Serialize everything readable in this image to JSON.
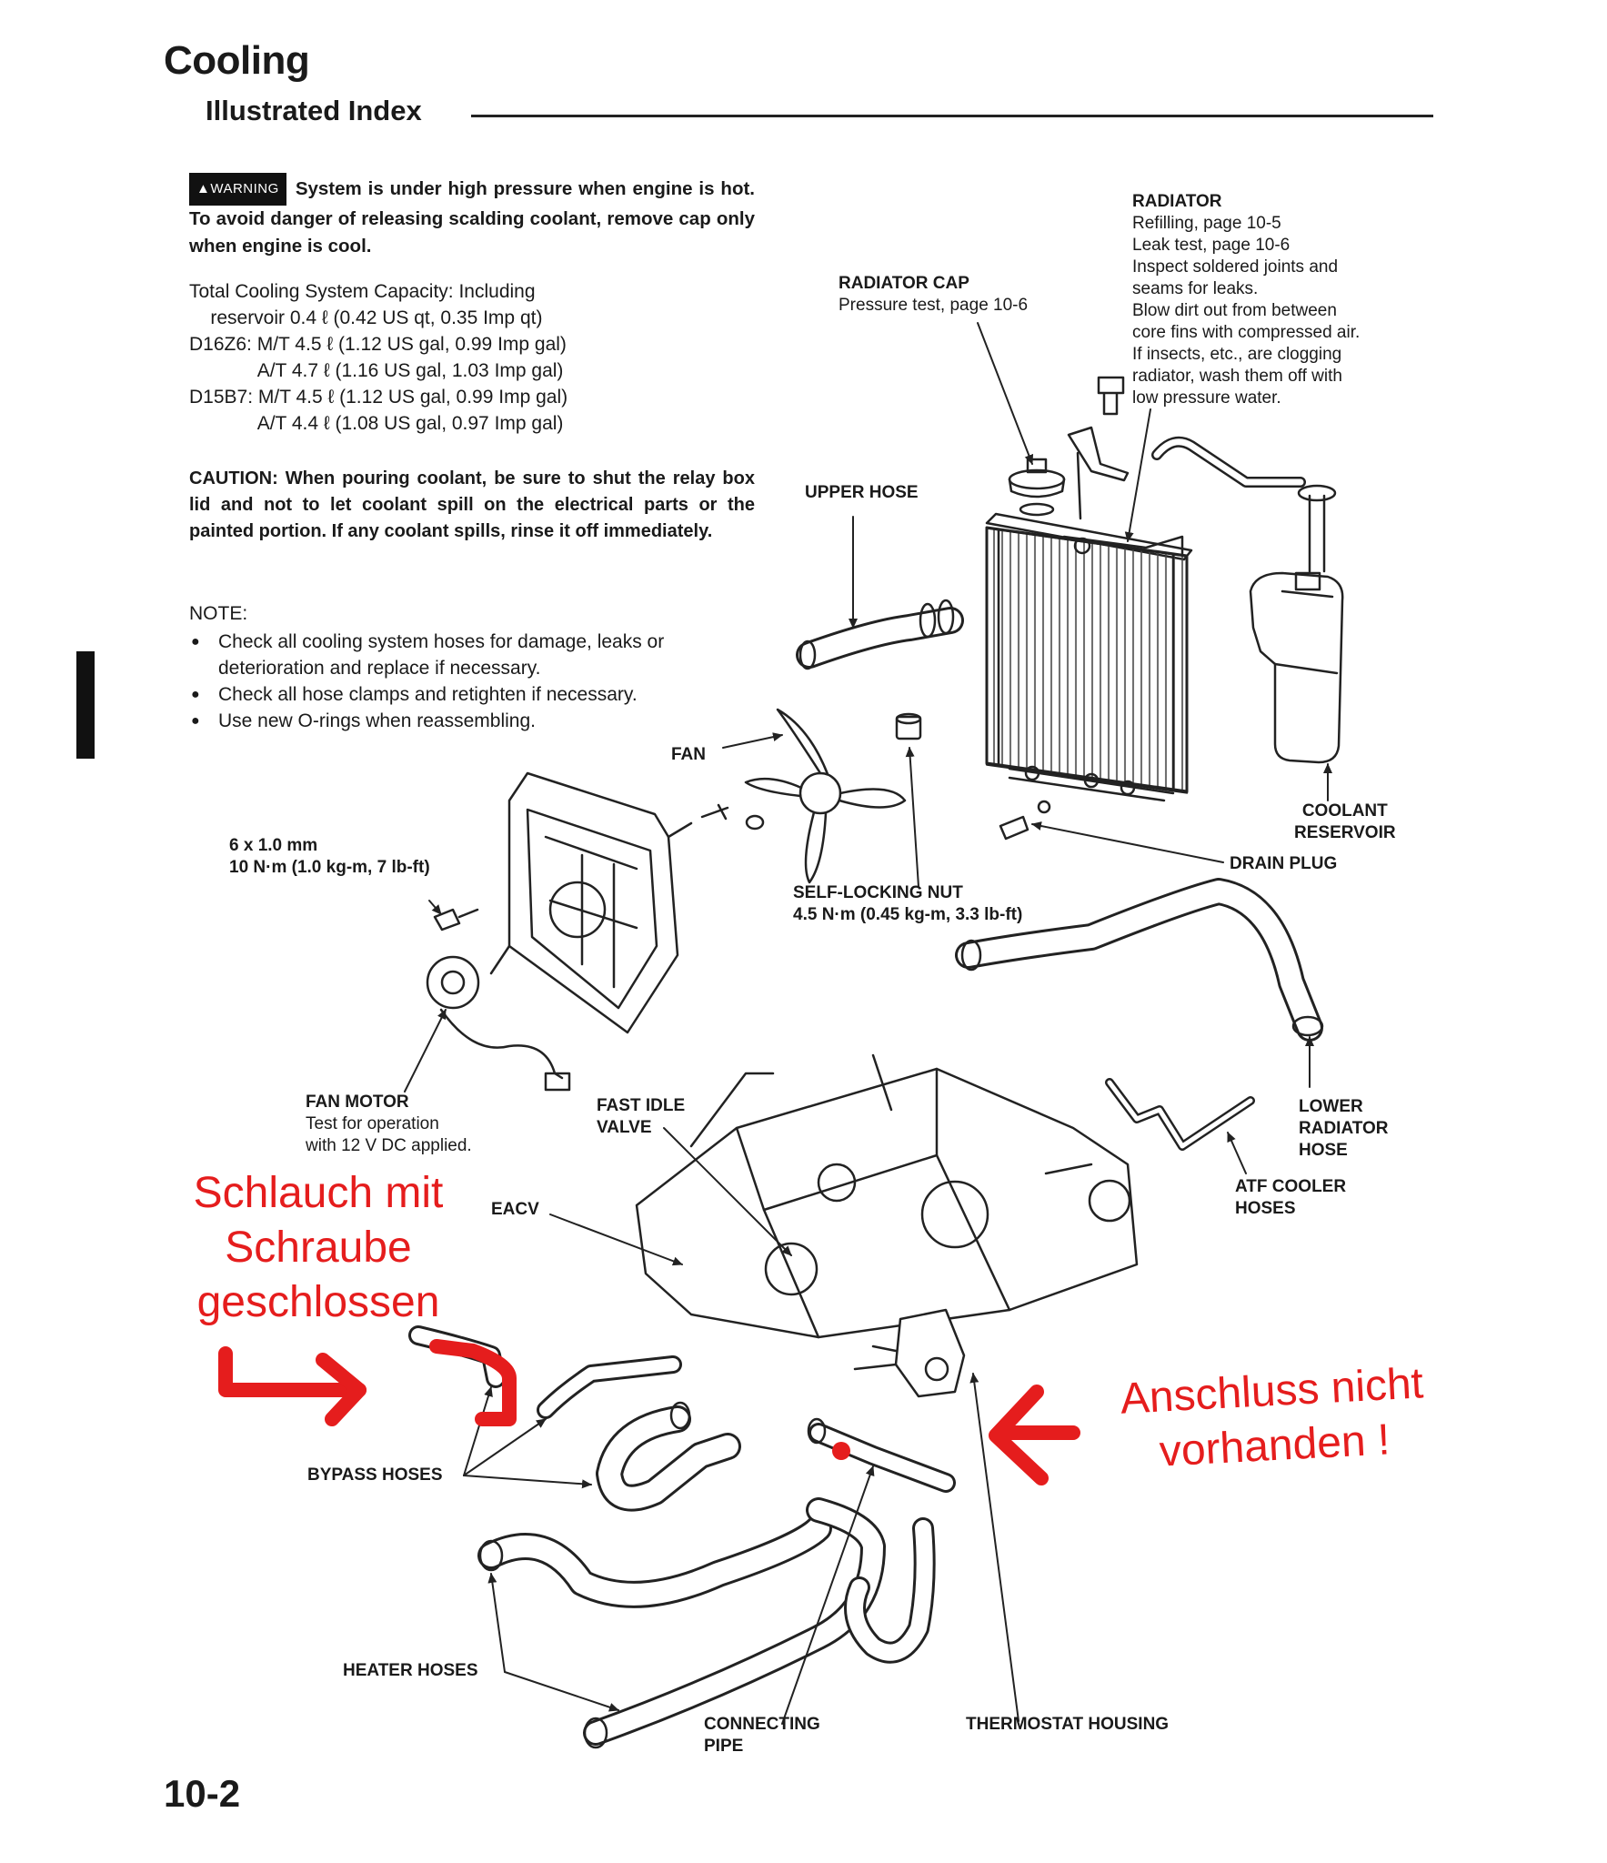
{
  "header": {
    "title": "Cooling",
    "subtitle": "Illustrated Index",
    "page_number": "10-2"
  },
  "warning": {
    "badge": "WARNING",
    "text": "System is under high pressure when engine is hot. To avoid danger of releasing scalding coolant, remove cap only when engine is cool."
  },
  "capacity": {
    "lines": [
      "Total Cooling System Capacity: Including",
      "    reservoir 0.4 ℓ (0.42 US qt, 0.35 Imp qt)",
      "D16Z6: M/T 4.5 ℓ (1.12 US gal, 0.99 Imp gal)",
      "             A/T 4.7 ℓ (1.16 US gal, 1.03 Imp gal)",
      "D15B7: M/T 4.5 ℓ (1.12 US gal, 0.99 Imp gal)",
      "             A/T 4.4 ℓ (1.08 US gal, 0.97 Imp gal)"
    ]
  },
  "caution": {
    "text": "CAUTION:  When pouring coolant, be sure to shut the relay box lid and not to let coolant spill on the electrical parts or the painted portion. If any coolant spills, rinse it off immediately."
  },
  "note": {
    "heading": "NOTE:",
    "items": [
      "Check all cooling system hoses for damage, leaks or deterioration and replace if necessary.",
      "Check all hose clamps and retighten if necessary.",
      "Use new O-rings when reassembling."
    ]
  },
  "labels": {
    "radiator": {
      "title": "RADIATOR",
      "lines": [
        "Refilling, page 10-5",
        "Leak test, page 10-6",
        "Inspect soldered joints and",
        "seams for leaks.",
        "Blow dirt out from between",
        "core fins with compressed air.",
        "If insects, etc., are clogging",
        "radiator, wash them off with",
        "low pressure water."
      ]
    },
    "radiator_cap": {
      "title": "RADIATOR CAP",
      "line": "Pressure test, page 10-6"
    },
    "upper_hose": "UPPER HOSE",
    "fan": "FAN",
    "bolt": {
      "line1": "6 x 1.0 mm",
      "line2": "10 N·m (1.0 kg-m, 7 lb-ft)"
    },
    "self_locking_nut": {
      "line1": "SELF-LOCKING NUT",
      "line2": "4.5 N·m (0.45 kg-m, 3.3 lb-ft)"
    },
    "coolant_reservoir": {
      "line1": "COOLANT",
      "line2": "RESERVOIR"
    },
    "drain_plug": "DRAIN PLUG",
    "fan_motor": {
      "title": "FAN MOTOR",
      "line1": "Test for operation",
      "line2": "with 12 V DC applied."
    },
    "fast_idle_valve": {
      "line1": "FAST IDLE",
      "line2": "VALVE"
    },
    "eacv": "EACV",
    "lower_radiator_hose": {
      "line1": "LOWER",
      "line2": "RADIATOR",
      "line3": "HOSE"
    },
    "atf_cooler_hoses": {
      "line1": "ATF COOLER",
      "line2": "HOSES"
    },
    "bypass_hoses": "BYPASS HOSES",
    "heater_hoses": "HEATER HOSES",
    "connecting_pipe": {
      "line1": "CONNECTING",
      "line2": "PIPE"
    },
    "thermostat_housing": "THERMOSTAT HOUSING"
  },
  "annotations": {
    "left": {
      "line1": "Schlauch mit",
      "line2": "Schraube",
      "line3": "geschlossen"
    },
    "right": {
      "line1": "Anschluss nicht",
      "line2": "vorhanden !"
    },
    "color": "#e51d1d"
  }
}
